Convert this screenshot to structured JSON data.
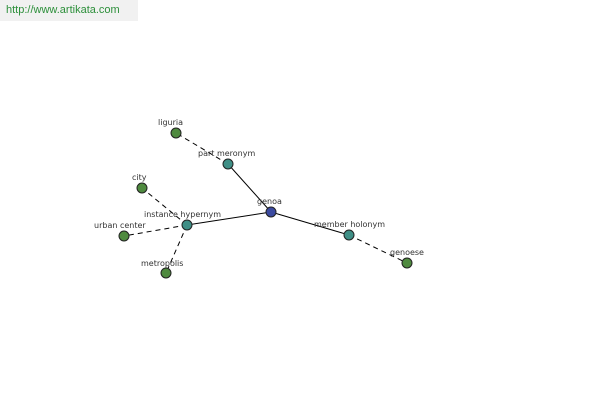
{
  "header": {
    "url": "http://www.artikata.com"
  },
  "colors": {
    "center": "#3b4aa0",
    "relation": "#3f8f86",
    "leaf": "#4f8a3f",
    "banner_text": "#2c8f3a",
    "banner_bg": "#f1f1f1"
  },
  "graph": {
    "nodes": {
      "genoa": {
        "label": "genoa",
        "kind": "center"
      },
      "part_meronym": {
        "label": "part meronym",
        "kind": "relation"
      },
      "instance_hypernym": {
        "label": "instance hypernym",
        "kind": "relation"
      },
      "member_holonym": {
        "label": "member holonym",
        "kind": "relation"
      },
      "liguria": {
        "label": "liguria",
        "kind": "leaf"
      },
      "city": {
        "label": "city",
        "kind": "leaf"
      },
      "urban_center": {
        "label": "urban center",
        "kind": "leaf"
      },
      "metropolis": {
        "label": "metropolis",
        "kind": "leaf"
      },
      "genoese": {
        "label": "genoese",
        "kind": "leaf"
      }
    },
    "edges": [
      {
        "from": "genoa",
        "to": "part_meronym",
        "style": "solid"
      },
      {
        "from": "genoa",
        "to": "instance_hypernym",
        "style": "solid"
      },
      {
        "from": "genoa",
        "to": "member_holonym",
        "style": "solid"
      },
      {
        "from": "part_meronym",
        "to": "liguria",
        "style": "dashed"
      },
      {
        "from": "instance_hypernym",
        "to": "city",
        "style": "dashed"
      },
      {
        "from": "instance_hypernym",
        "to": "urban_center",
        "style": "dashed"
      },
      {
        "from": "instance_hypernym",
        "to": "metropolis",
        "style": "dashed"
      },
      {
        "from": "member_holonym",
        "to": "genoese",
        "style": "dashed"
      }
    ]
  }
}
